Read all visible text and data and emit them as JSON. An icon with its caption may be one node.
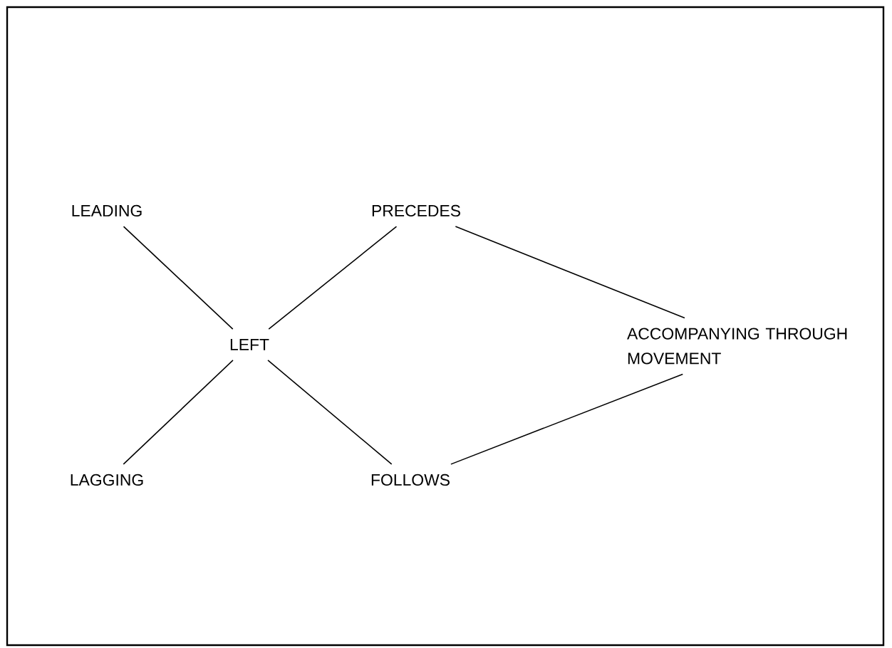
{
  "diagram": {
    "nodes": [
      {
        "text": [
          "LEADING"
        ]
      },
      {
        "text": [
          "PRECEDES"
        ]
      },
      {
        "text": [
          "LEFT"
        ]
      },
      {
        "text": [
          "ACCOMPANYING THROUGH MOVEMENT"
        ]
      },
      {
        "text": [
          "LAGGING"
        ]
      },
      {
        "text": [
          "FOLLOWS"
        ]
      }
    ],
    "edges": [
      {
        "from": 0,
        "to": 2,
        "arrow": "none"
      },
      {
        "from": 1,
        "to": 2,
        "arrow": "none"
      },
      {
        "from": 4,
        "to": 2,
        "arrow": "none"
      },
      {
        "from": 5,
        "to": 2,
        "arrow": "none"
      },
      {
        "from": 1,
        "to": 3,
        "arrow": "none"
      },
      {
        "from": 5,
        "to": 3,
        "arrow": "none"
      }
    ]
  }
}
